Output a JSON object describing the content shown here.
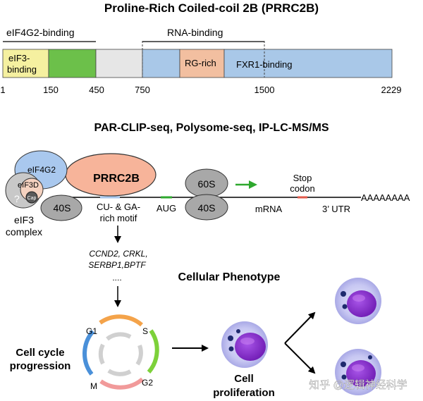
{
  "title": "Proline-Rich Coiled-coil 2B (PRRC2B)",
  "domains": {
    "eif4g2_binding": "eIF4G2-binding",
    "rna_binding": "RNA-binding",
    "eif3_binding_line1": "eIF3-",
    "eif3_binding_line2": "binding",
    "rg_rich": "RG-rich",
    "fxr1_binding": "FXR1-binding",
    "positions": [
      "1",
      "150",
      "450",
      "750",
      "1500",
      "2229"
    ],
    "colors": {
      "eif3_binding": "#f5f0a0",
      "eif4g2_region": "#6cc04a",
      "gap": "#e6e6e6",
      "rna_binding": "#a9c8e8",
      "rg_rich": "#f2bfa0"
    }
  },
  "methods_title": "PAR-CLIP-seq, Polysome-seq, IP-LC-MS/MS",
  "complex": {
    "eif4g2": "eIF4G2",
    "prrc2b": "PRRC2B",
    "eif3d": "eIF3D",
    "cap": "Cap",
    "question": "?",
    "ribo_40s_left": "40S",
    "eif3_complex_line1": "eIF3",
    "eif3_complex_line2": "complex",
    "motif_line1": "CU- & GA-",
    "motif_line2": "rich motif",
    "aug": "AUG",
    "ribo_60s": "60S",
    "ribo_40s_right": "40S",
    "mrna": "mRNA",
    "stop_line1": "Stop",
    "stop_line2": "codon",
    "utr": "3’ UTR",
    "polya": "AAAAAAAA"
  },
  "targets": {
    "line1": "CCND2, CRKL,",
    "line2": "SERBP1,BPTF",
    "ellipsis": "...."
  },
  "phenotype_title": "Cellular Phenotype",
  "cell_cycle": {
    "label_line1": "Cell cycle",
    "label_line2": "progression",
    "phases": [
      "G1",
      "S",
      "G2",
      "M"
    ],
    "phase_colors": [
      "#f4a34a",
      "#7dd13a",
      "#f19a9a",
      "#4a90d9"
    ]
  },
  "proliferation_line1": "Cell",
  "proliferation_line2": "proliferation",
  "watermark": "知乎 @逻辑神经科学",
  "colors": {
    "eif4g2": "#a9c8ee",
    "prrc2b": "#f7b49a",
    "ribosome": "#a8a8a8",
    "eif3d": "#f5d2c0",
    "arrow_green": "#2ea82e",
    "stop_red": "#e0584a",
    "cell_outer": "#c8c8f0",
    "cell_nucleus": "#8b2fc9",
    "cell_dots": "#1e2a6e"
  }
}
